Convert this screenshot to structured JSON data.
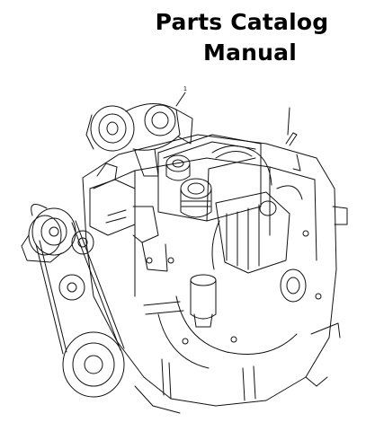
{
  "title": {
    "line1": "Parts Catalog",
    "line2": "Manual"
  },
  "illustration": {
    "subject": "engine-line-drawing",
    "callout_label": "1",
    "stroke_color": "#111111"
  }
}
